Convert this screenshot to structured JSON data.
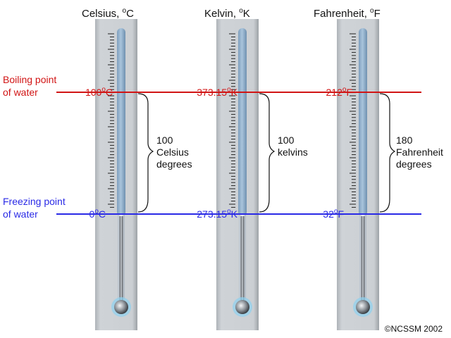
{
  "colors": {
    "boiling": "#d11414",
    "freezing": "#2a2ae6",
    "board": "#c9cdd2",
    "tube_liquid": "#8fb1ce",
    "tube_glass": "#d5dde6"
  },
  "scales": [
    {
      "name": "Celsius, ",
      "unit_sup": "o",
      "unit": "C",
      "boiling": {
        "value": "100",
        "sup": "o",
        "unit": "C"
      },
      "freezing": {
        "value": "0",
        "sup": "o",
        "unit": "C"
      },
      "span_lines": [
        "100",
        "Celsius",
        "degrees"
      ]
    },
    {
      "name": "Kelvin, ",
      "unit_sup": "o",
      "unit": "K",
      "boiling": {
        "value": "373.15",
        "sup": "o",
        "unit": "K"
      },
      "freezing": {
        "value": "273.15",
        "sup": "o",
        "unit": "K"
      },
      "span_lines": [
        "100",
        "kelvins"
      ]
    },
    {
      "name": "Fahrenheit, ",
      "unit_sup": "o",
      "unit": "F",
      "boiling": {
        "value": "212",
        "sup": "o",
        "unit": "F"
      },
      "freezing": {
        "value": "32",
        "sup": "o",
        "unit": "F"
      },
      "span_lines": [
        "180",
        "Fahrenheit",
        "degrees"
      ]
    }
  ],
  "labels": {
    "boiling": [
      "Boiling point",
      "of water"
    ],
    "freezing": [
      "Freezing point",
      "of water"
    ]
  },
  "credit": "©NCSSM 2002"
}
